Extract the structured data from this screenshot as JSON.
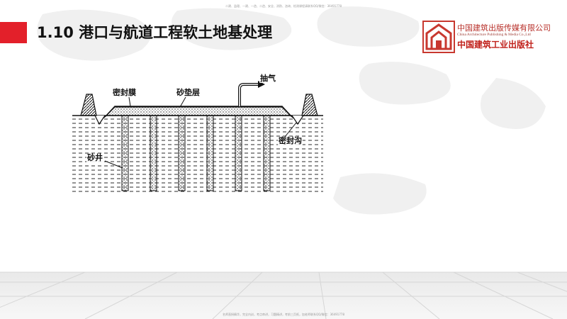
{
  "header": {
    "top_note": "二建、监理、一建、一造、二造、安全、消防、咨询、检测课程请联系QQ/微信：364917​78",
    "title": "1.10 港口与航道工程软土地基处理"
  },
  "publisher": {
    "name_cn": "中国建筑出版传媒有限公司",
    "name_en": "China Architecture Publishing & Media Co.,Ltd",
    "name_cn_alt": "中国建筑工业出版社"
  },
  "diagram": {
    "labels": {
      "membrane": "密封膜",
      "sand_cushion": "砂垫层",
      "pump": "抽气",
      "seal_trench": "密封沟",
      "sand_well": "砂井"
    }
  },
  "footer": {
    "bottom_note": "名师直授精华，完全内训，考点串讲，习题精讲，考前三页纸，加老师联系QQ/微信：364917​78"
  },
  "colors": {
    "accent_red": "#e3202a",
    "logo_red": "#c8382f"
  }
}
